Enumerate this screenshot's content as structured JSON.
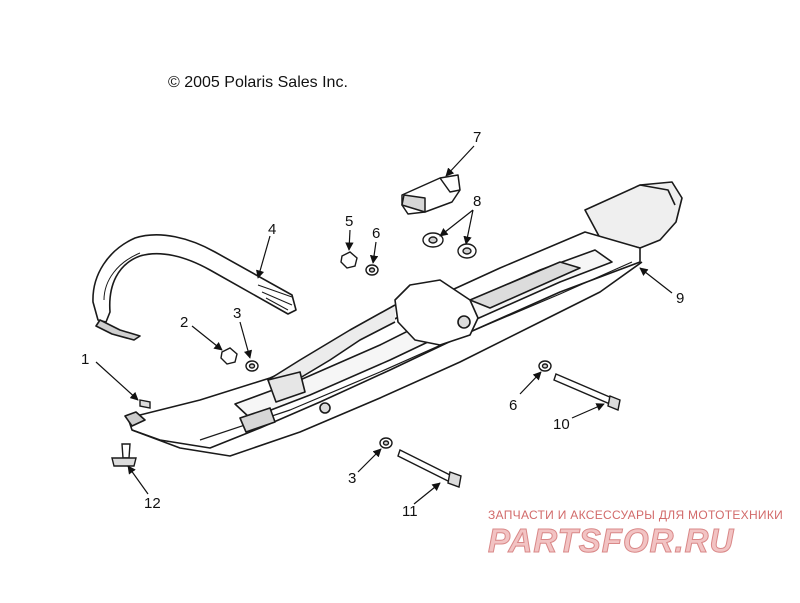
{
  "copyright": "© 2005 Polaris Sales Inc.",
  "callouts": [
    {
      "id": "1",
      "label": "1"
    },
    {
      "id": "2",
      "label": "2"
    },
    {
      "id": "3a",
      "label": "3"
    },
    {
      "id": "3b",
      "label": "3"
    },
    {
      "id": "4",
      "label": "4"
    },
    {
      "id": "5",
      "label": "5"
    },
    {
      "id": "6a",
      "label": "6"
    },
    {
      "id": "6b",
      "label": "6"
    },
    {
      "id": "7",
      "label": "7"
    },
    {
      "id": "8",
      "label": "8"
    },
    {
      "id": "9",
      "label": "9"
    },
    {
      "id": "10",
      "label": "10"
    },
    {
      "id": "11",
      "label": "11"
    },
    {
      "id": "12",
      "label": "12"
    }
  ],
  "watermark": {
    "tagline": "ЗАПЧАСТИ И АКСЕССУАРЫ ДЛЯ МОТОТЕХНИКИ",
    "logo": "PARTSFOR.RU"
  },
  "colors": {
    "line": "#1a1a1a",
    "part_fill": "#ffffff",
    "shade": "#d0d0d0",
    "watermark": "#d98888"
  }
}
